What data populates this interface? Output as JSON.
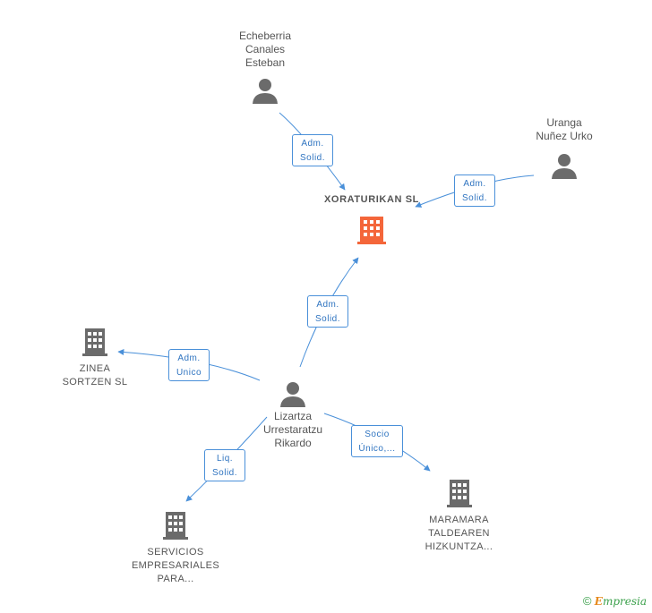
{
  "center": {
    "label": "XORATURIKAN SL",
    "color": "#f4663a"
  },
  "persons": [
    {
      "id": "echeberria",
      "label": "Echeberria\nCanales\nEsteban"
    },
    {
      "id": "uranga",
      "label": "Uranga\nNuñez Urko"
    },
    {
      "id": "lizartza",
      "label": "Lizartza\nUrrestaratzu\nRikardo"
    }
  ],
  "companies": [
    {
      "id": "zinea",
      "label": "ZINEA\nSORTZEN SL"
    },
    {
      "id": "servicios",
      "label": "SERVICIOS\nEMPRESARIALES\nPARA..."
    },
    {
      "id": "maramara",
      "label": "MARAMARA\nTALDEAREN\nHIZKUNTZA..."
    }
  ],
  "relations": [
    {
      "id": "rel-echeberria",
      "label": "Adm.\nSolid."
    },
    {
      "id": "rel-uranga",
      "label": "Adm.\nSolid."
    },
    {
      "id": "rel-lizartza-center",
      "label": "Adm.\nSolid."
    },
    {
      "id": "rel-zinea",
      "label": "Adm.\nUnico"
    },
    {
      "id": "rel-servicios",
      "label": "Liq.\nSolid."
    },
    {
      "id": "rel-maramara",
      "label": "Socio\nÚnico,..."
    }
  ],
  "colors": {
    "edge": "#4a90d9",
    "icon_gray": "#6b6b6b",
    "center_icon": "#f4663a"
  },
  "footer": {
    "copyright": "©",
    "brand_e": "E",
    "brand_rest": "mpresia"
  }
}
